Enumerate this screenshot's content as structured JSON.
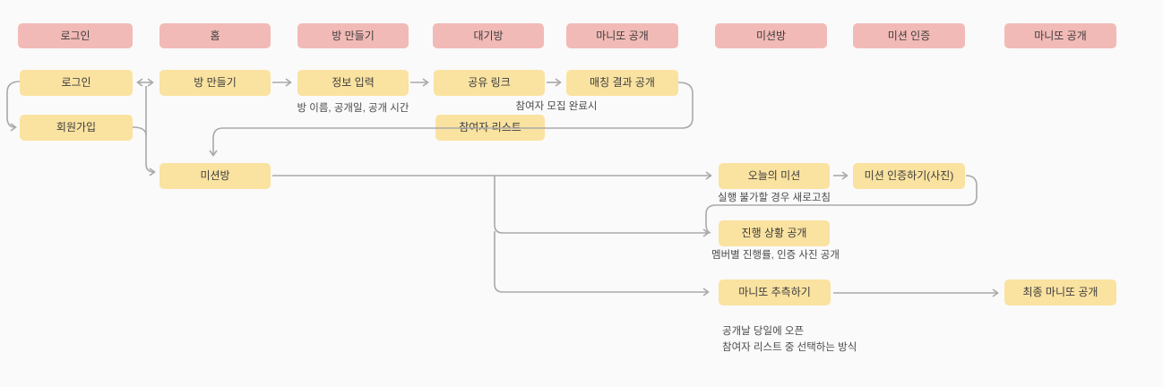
{
  "diagram": {
    "headers": [
      "로그인",
      "홈",
      "방 만들기",
      "대기방",
      "마니또 공개",
      "미션방",
      "미션 인증",
      "마니또 공개"
    ],
    "nodes": {
      "login": "로그인",
      "signup": "회원가입",
      "create_room": "방 만들기",
      "info_input": "정보 입력",
      "share_link": "공유 링크",
      "match_result": "매칭 결과 공개",
      "participant_list": "참여자 리스트",
      "mission_room": "미션방",
      "today_mission": "오늘의 미션",
      "mission_verify": "미션 인증하기(사진)",
      "progress_share": "진행 상황 공개",
      "manito_guess": "마니또 추측하기",
      "final_reveal": "최종 마니또 공개"
    },
    "notes": {
      "info_input_note": "방 이름, 공개일, 공개 시간",
      "recruit_note": "참여자 모집 완료시",
      "refresh_note": "실행 불가할 경우 새로고침",
      "progress_note": "멤버별 진행률, 인증 사진 공개",
      "guess_note": [
        "공개날 당일에 오픈",
        "참여자 리스트 중 선택하는 방식"
      ]
    },
    "colors": {
      "background": "#FAFAFA",
      "header_fill": "#F2BAB6",
      "node_fill": "#FAE2A0",
      "node_text": "#3C3C3C",
      "note_text": "#4A4A4A",
      "connector": "#A9A9A9"
    }
  }
}
